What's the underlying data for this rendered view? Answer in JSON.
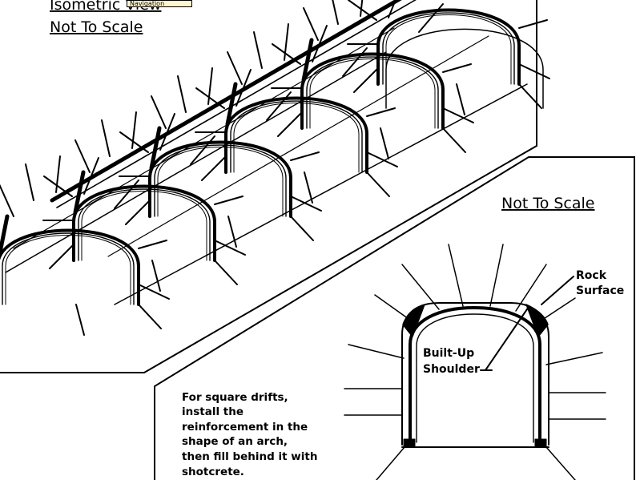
{
  "iso_panel": {
    "title_line1": "Isometric View",
    "title_line2": "Not To Scale"
  },
  "tooltip": {
    "text": "Navigation"
  },
  "section_panel": {
    "scale_note": "Not To Scale",
    "label_rock": "Rock",
    "label_surface": "Surface",
    "label_builtup": "Built-Up",
    "label_shoulder": "Shoulder",
    "note_lines": [
      "For square drifts,",
      "install the",
      "reinforcement in the",
      "shape of an arch,",
      "then fill behind it with",
      "shotcrete."
    ]
  },
  "colors": {
    "ink": "#000000",
    "paper": "#ffffff",
    "tooltip_bg": "#fff6d0"
  }
}
